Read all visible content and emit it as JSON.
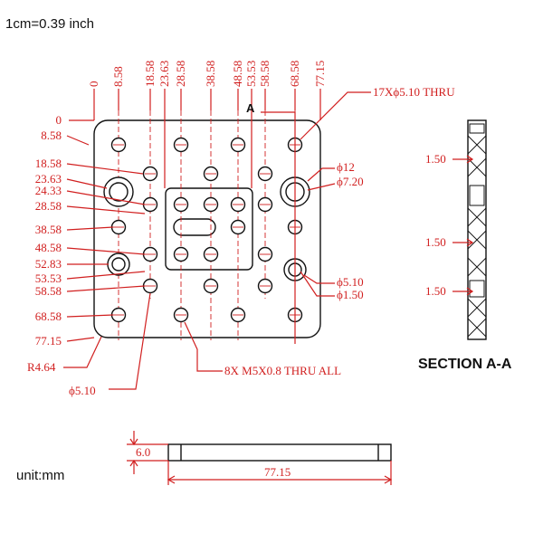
{
  "scale_note": "1cm=0.39 inch",
  "unit_note": "unit:mm",
  "top_dims": [
    "0",
    "8.58",
    "18.58",
    "23.63",
    "28.58",
    "38.58",
    "48.58",
    "53.53",
    "58.58",
    "68.58",
    "77.15"
  ],
  "left_dims": [
    "0",
    "8.58",
    "18.58",
    "23.63",
    "24.33",
    "28.58",
    "38.58",
    "48.58",
    "52.83",
    "53.53",
    "58.58",
    "68.58",
    "77.15"
  ],
  "callouts": {
    "thru_holes": "17Xϕ5.10 THRU",
    "cbore_top_outer": "ϕ12",
    "cbore_top_inner": "ϕ7.20",
    "cbore_bottom_outer": "ϕ5.10",
    "cbore_bottom_inner": "ϕ1.50",
    "radius": "R4.64",
    "hole_left": "ϕ5.10",
    "tapped": "8X M5X0.8 THRU ALL",
    "section_marker": "A"
  },
  "section": {
    "title": "SECTION A-A",
    "dims": [
      "1.50",
      "1.50",
      "1.50"
    ]
  },
  "side_view": {
    "thickness": "6.0",
    "length": "77.15"
  },
  "colors": {
    "dimension": "#d11f1f",
    "outline": "#111111"
  }
}
